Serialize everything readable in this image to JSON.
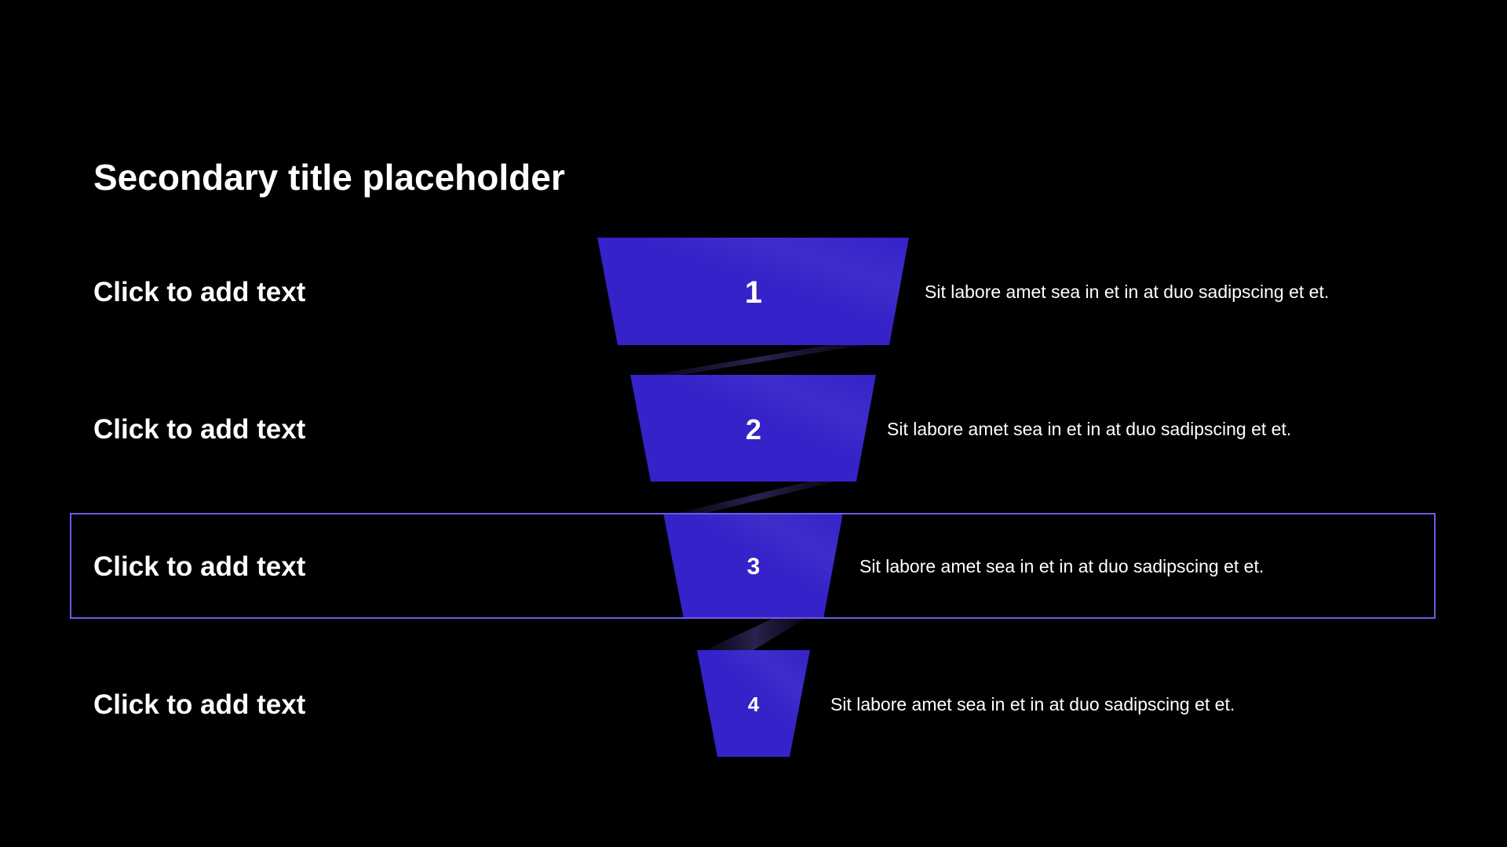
{
  "title": "Secondary title placeholder",
  "colors": {
    "background": "#000000",
    "funnel_fill": "#3522c8",
    "highlight_border": "#6b5ce7",
    "text": "#ffffff"
  },
  "stages": [
    {
      "number": "1",
      "label": "Click to add text",
      "description": "Sit labore amet sea in et in at duo sadipscing et et."
    },
    {
      "number": "2",
      "label": "Click to add text",
      "description": "Sit labore amet sea in et in at duo sadipscing et et."
    },
    {
      "number": "3",
      "label": "Click to add text",
      "description": "Sit labore amet sea in et in at duo sadipscing et et.",
      "highlighted": true
    },
    {
      "number": "4",
      "label": "Click to add text",
      "description": "Sit labore amet sea in et in at duo sadipscing et et."
    }
  ]
}
